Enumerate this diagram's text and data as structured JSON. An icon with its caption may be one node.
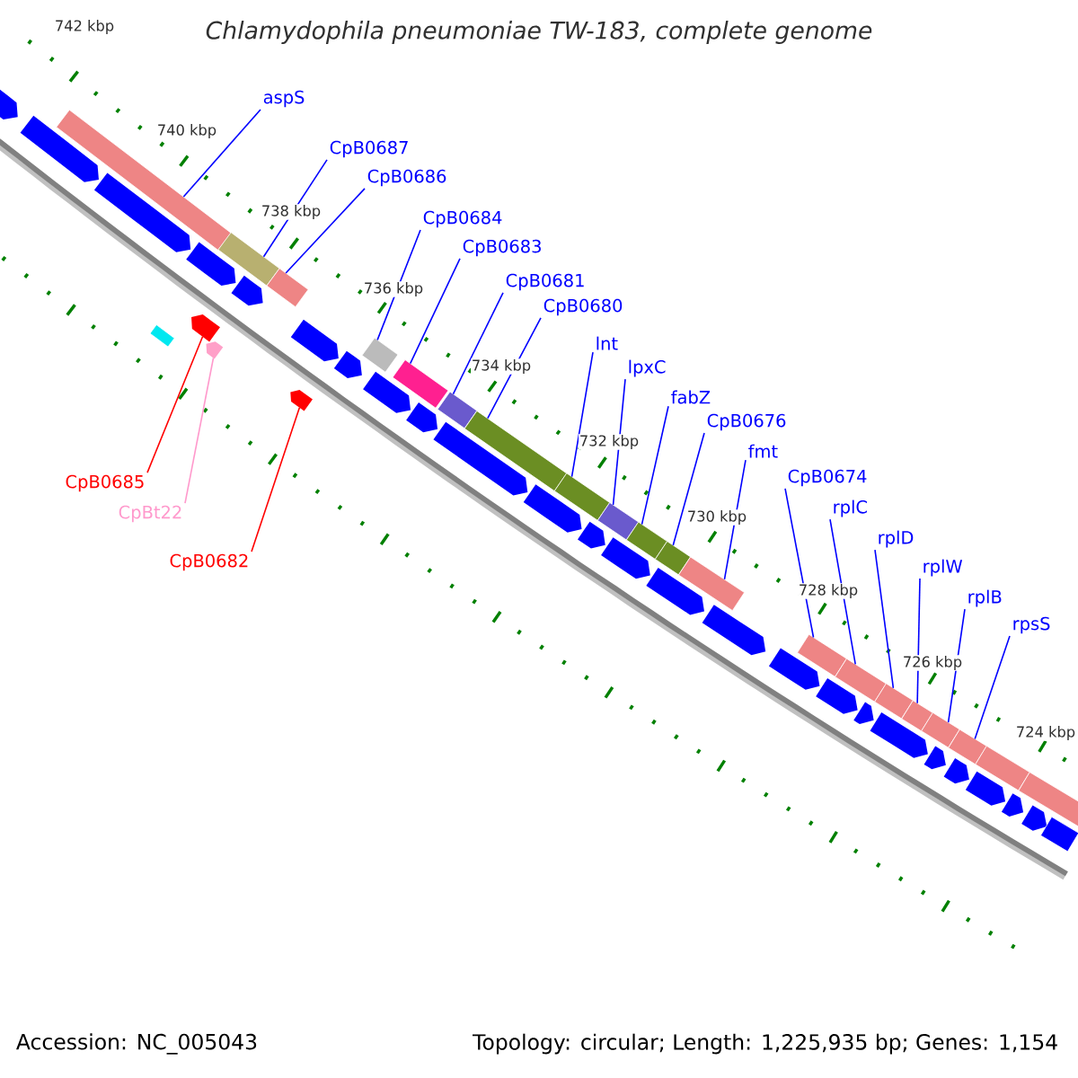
{
  "diagram": {
    "title": "Chlamydophila pneumoniae TW-183, complete genome",
    "nodes": [
      {
        "text": [
          "aspS"
        ]
      },
      {
        "text": [
          "CpB0687"
        ]
      },
      {
        "text": [
          "CpB0686"
        ]
      },
      {
        "text": [
          "CpB0684"
        ]
      },
      {
        "text": [
          "CpB0683"
        ]
      },
      {
        "text": [
          "CpB0681"
        ]
      },
      {
        "text": [
          "CpB0680"
        ]
      },
      {
        "text": [
          "lnt"
        ]
      },
      {
        "text": [
          "lpxC"
        ]
      },
      {
        "text": [
          "fabZ"
        ]
      },
      {
        "text": [
          "CpB0676"
        ]
      },
      {
        "text": [
          "fmt"
        ]
      },
      {
        "text": [
          "CpB0674"
        ]
      },
      {
        "text": [
          "rplC"
        ]
      },
      {
        "text": [
          "rplD"
        ]
      },
      {
        "text": [
          "rplW"
        ]
      },
      {
        "text": [
          "rplB"
        ]
      },
      {
        "text": [
          "rpsS"
        ]
      },
      {
        "text": [
          "CpB0685"
        ]
      },
      {
        "text": [
          "CpBt22"
        ]
      },
      {
        "text": [
          "CpB0682"
        ]
      },
      {
        "text": [],
        "shape": "box"
      },
      {
        "text": [],
        "shape": "box"
      },
      {
        "text": [],
        "shape": "box"
      },
      {
        "text": [],
        "shape": "box"
      },
      {
        "text": [],
        "shape": "box"
      },
      {
        "text": [],
        "shape": "box"
      },
      {
        "text": [],
        "shape": "box"
      },
      {
        "text": [],
        "shape": "box"
      },
      {
        "text": [],
        "shape": "box"
      },
      {
        "text": [],
        "shape": "box"
      },
      {
        "text": [],
        "shape": "box"
      },
      {
        "text": [],
        "shape": "box"
      },
      {
        "text": [],
        "shape": "box"
      },
      {
        "text": [],
        "shape": "box"
      },
      {
        "text": [],
        "shape": "box"
      },
      {
        "text": [],
        "shape": "box"
      },
      {
        "text": [],
        "shape": "box"
      },
      {
        "text": [],
        "shape": "box"
      },
      {
        "text": [],
        "shape": "pentagon"
      },
      {
        "text": [],
        "shape": "pentagon"
      },
      {
        "text": [],
        "shape": "pentagon"
      },
      {
        "text": [],
        "shape": "pentagon"
      },
      {
        "text": [],
        "shape": "pentagon"
      },
      {
        "text": [],
        "shape": "pentagon"
      },
      {
        "text": [],
        "shape": "pentagon"
      },
      {
        "text": [],
        "shape": "pentagon"
      },
      {
        "text": [],
        "shape": "pentagon"
      },
      {
        "text": [],
        "shape": "pentagon"
      },
      {
        "text": [],
        "shape": "pentagon"
      },
      {
        "text": [],
        "shape": "pentagon"
      },
      {
        "text": [],
        "shape": "pentagon"
      },
      {
        "text": [],
        "shape": "pentagon"
      },
      {
        "text": [],
        "shape": "pentagon"
      },
      {
        "text": [],
        "shape": "pentagon"
      },
      {
        "text": [],
        "shape": "pentagon"
      },
      {
        "text": [],
        "shape": "pentagon"
      },
      {
        "text": [],
        "shape": "pentagon"
      },
      {
        "text": [],
        "shape": "pentagon"
      },
      {
        "text": [],
        "shape": "pentagon"
      },
      {
        "text": [],
        "shape": "pentagon"
      },
      {
        "text": [],
        "shape": "pentagon"
      },
      {
        "text": [],
        "shape": "pentagon"
      },
      {
        "text": [],
        "shape": "pentagon"
      },
      {
        "text": [],
        "shape": "pentagon"
      },
      {
        "text": [],
        "shape": "pentagon"
      },
      {
        "text": [],
        "shape": "box"
      },
      {
        "text": [],
        "shape": "box"
      },
      {
        "text": [],
        "shape": "box"
      },
      {
        "text": [],
        "shape": "box"
      }
    ],
    "edges": [
      {
        "from": 0,
        "to": 21,
        "arrow": "none"
      },
      {
        "from": 1,
        "to": 22,
        "arrow": "none"
      },
      {
        "from": 2,
        "to": 23,
        "arrow": "none"
      },
      {
        "from": 3,
        "to": 24,
        "arrow": "none"
      },
      {
        "from": 4,
        "to": 25,
        "arrow": "none"
      },
      {
        "from": 5,
        "to": 26,
        "arrow": "none"
      },
      {
        "from": 6,
        "to": 27,
        "arrow": "none"
      },
      {
        "from": 7,
        "to": 28,
        "arrow": "none"
      },
      {
        "from": 8,
        "to": 29,
        "arrow": "none"
      },
      {
        "from": 9,
        "to": 30,
        "arrow": "none"
      },
      {
        "from": 10,
        "to": 31,
        "arrow": "none"
      },
      {
        "from": 11,
        "to": 32,
        "arrow": "none"
      },
      {
        "from": 12,
        "to": 33,
        "arrow": "none"
      },
      {
        "from": 13,
        "to": 34,
        "arrow": "none"
      },
      {
        "from": 14,
        "to": 35,
        "arrow": "none"
      },
      {
        "from": 15,
        "to": 36,
        "arrow": "none"
      },
      {
        "from": 16,
        "to": 37,
        "arrow": "none"
      },
      {
        "from": 17,
        "to": 38,
        "arrow": "none"
      },
      {
        "from": 18,
        "to": 39,
        "arrow": "none",
        "color": "#ff0000"
      },
      {
        "from": 19,
        "to": 40,
        "arrow": "none",
        "color": "#ff99cc"
      },
      {
        "from": 20,
        "to": 41,
        "arrow": "none",
        "color": "#ff0000"
      }
    ],
    "labels": [
      "742 kbp",
      "740 kbp",
      "738 kbp",
      "736 kbp",
      "734 kbp",
      "732 kbp",
      "730 kbp",
      "728 kbp",
      "726 kbp",
      "724 kbp",
      "Accession: NC_005043",
      "Topology: circular; Length: 1,225,935 bp; Genes: 1,154"
    ]
  }
}
